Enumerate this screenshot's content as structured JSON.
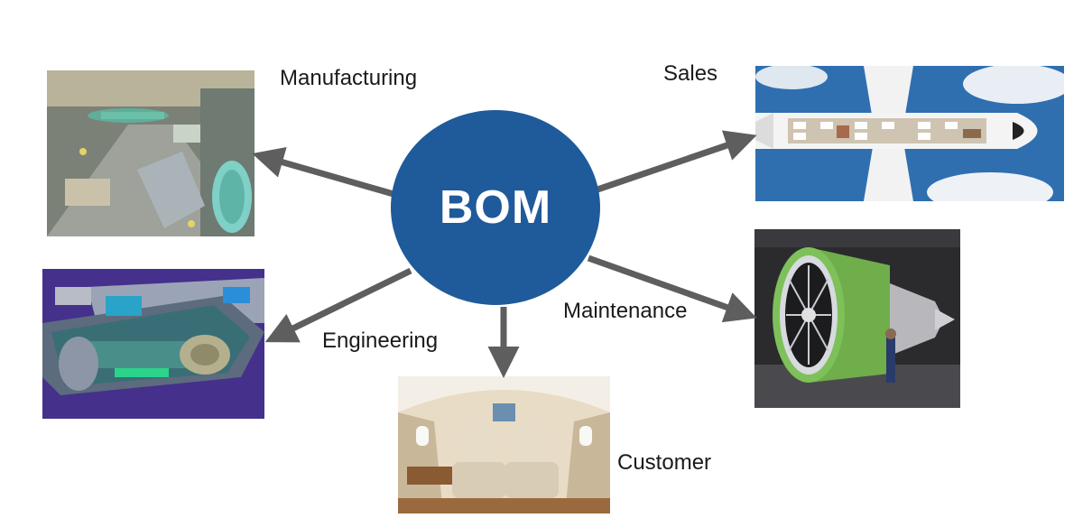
{
  "hub": {
    "label": "BOM",
    "color": "#1f5a9b"
  },
  "arrow_color": "#5e5e5e",
  "nodes": [
    {
      "id": "manufacturing",
      "label": "Manufacturing",
      "image": "aircraft assembly factory floor"
    },
    {
      "id": "sales",
      "label": "Sales",
      "image": "aircraft cabin layout top view"
    },
    {
      "id": "engineering",
      "label": "Engineering",
      "image": "3D CAD model of aircraft fuselage"
    },
    {
      "id": "maintenance",
      "label": "Maintenance",
      "image": "jet engine with technician"
    },
    {
      "id": "customer",
      "label": "Customer",
      "image": "private jet interior seats"
    }
  ]
}
